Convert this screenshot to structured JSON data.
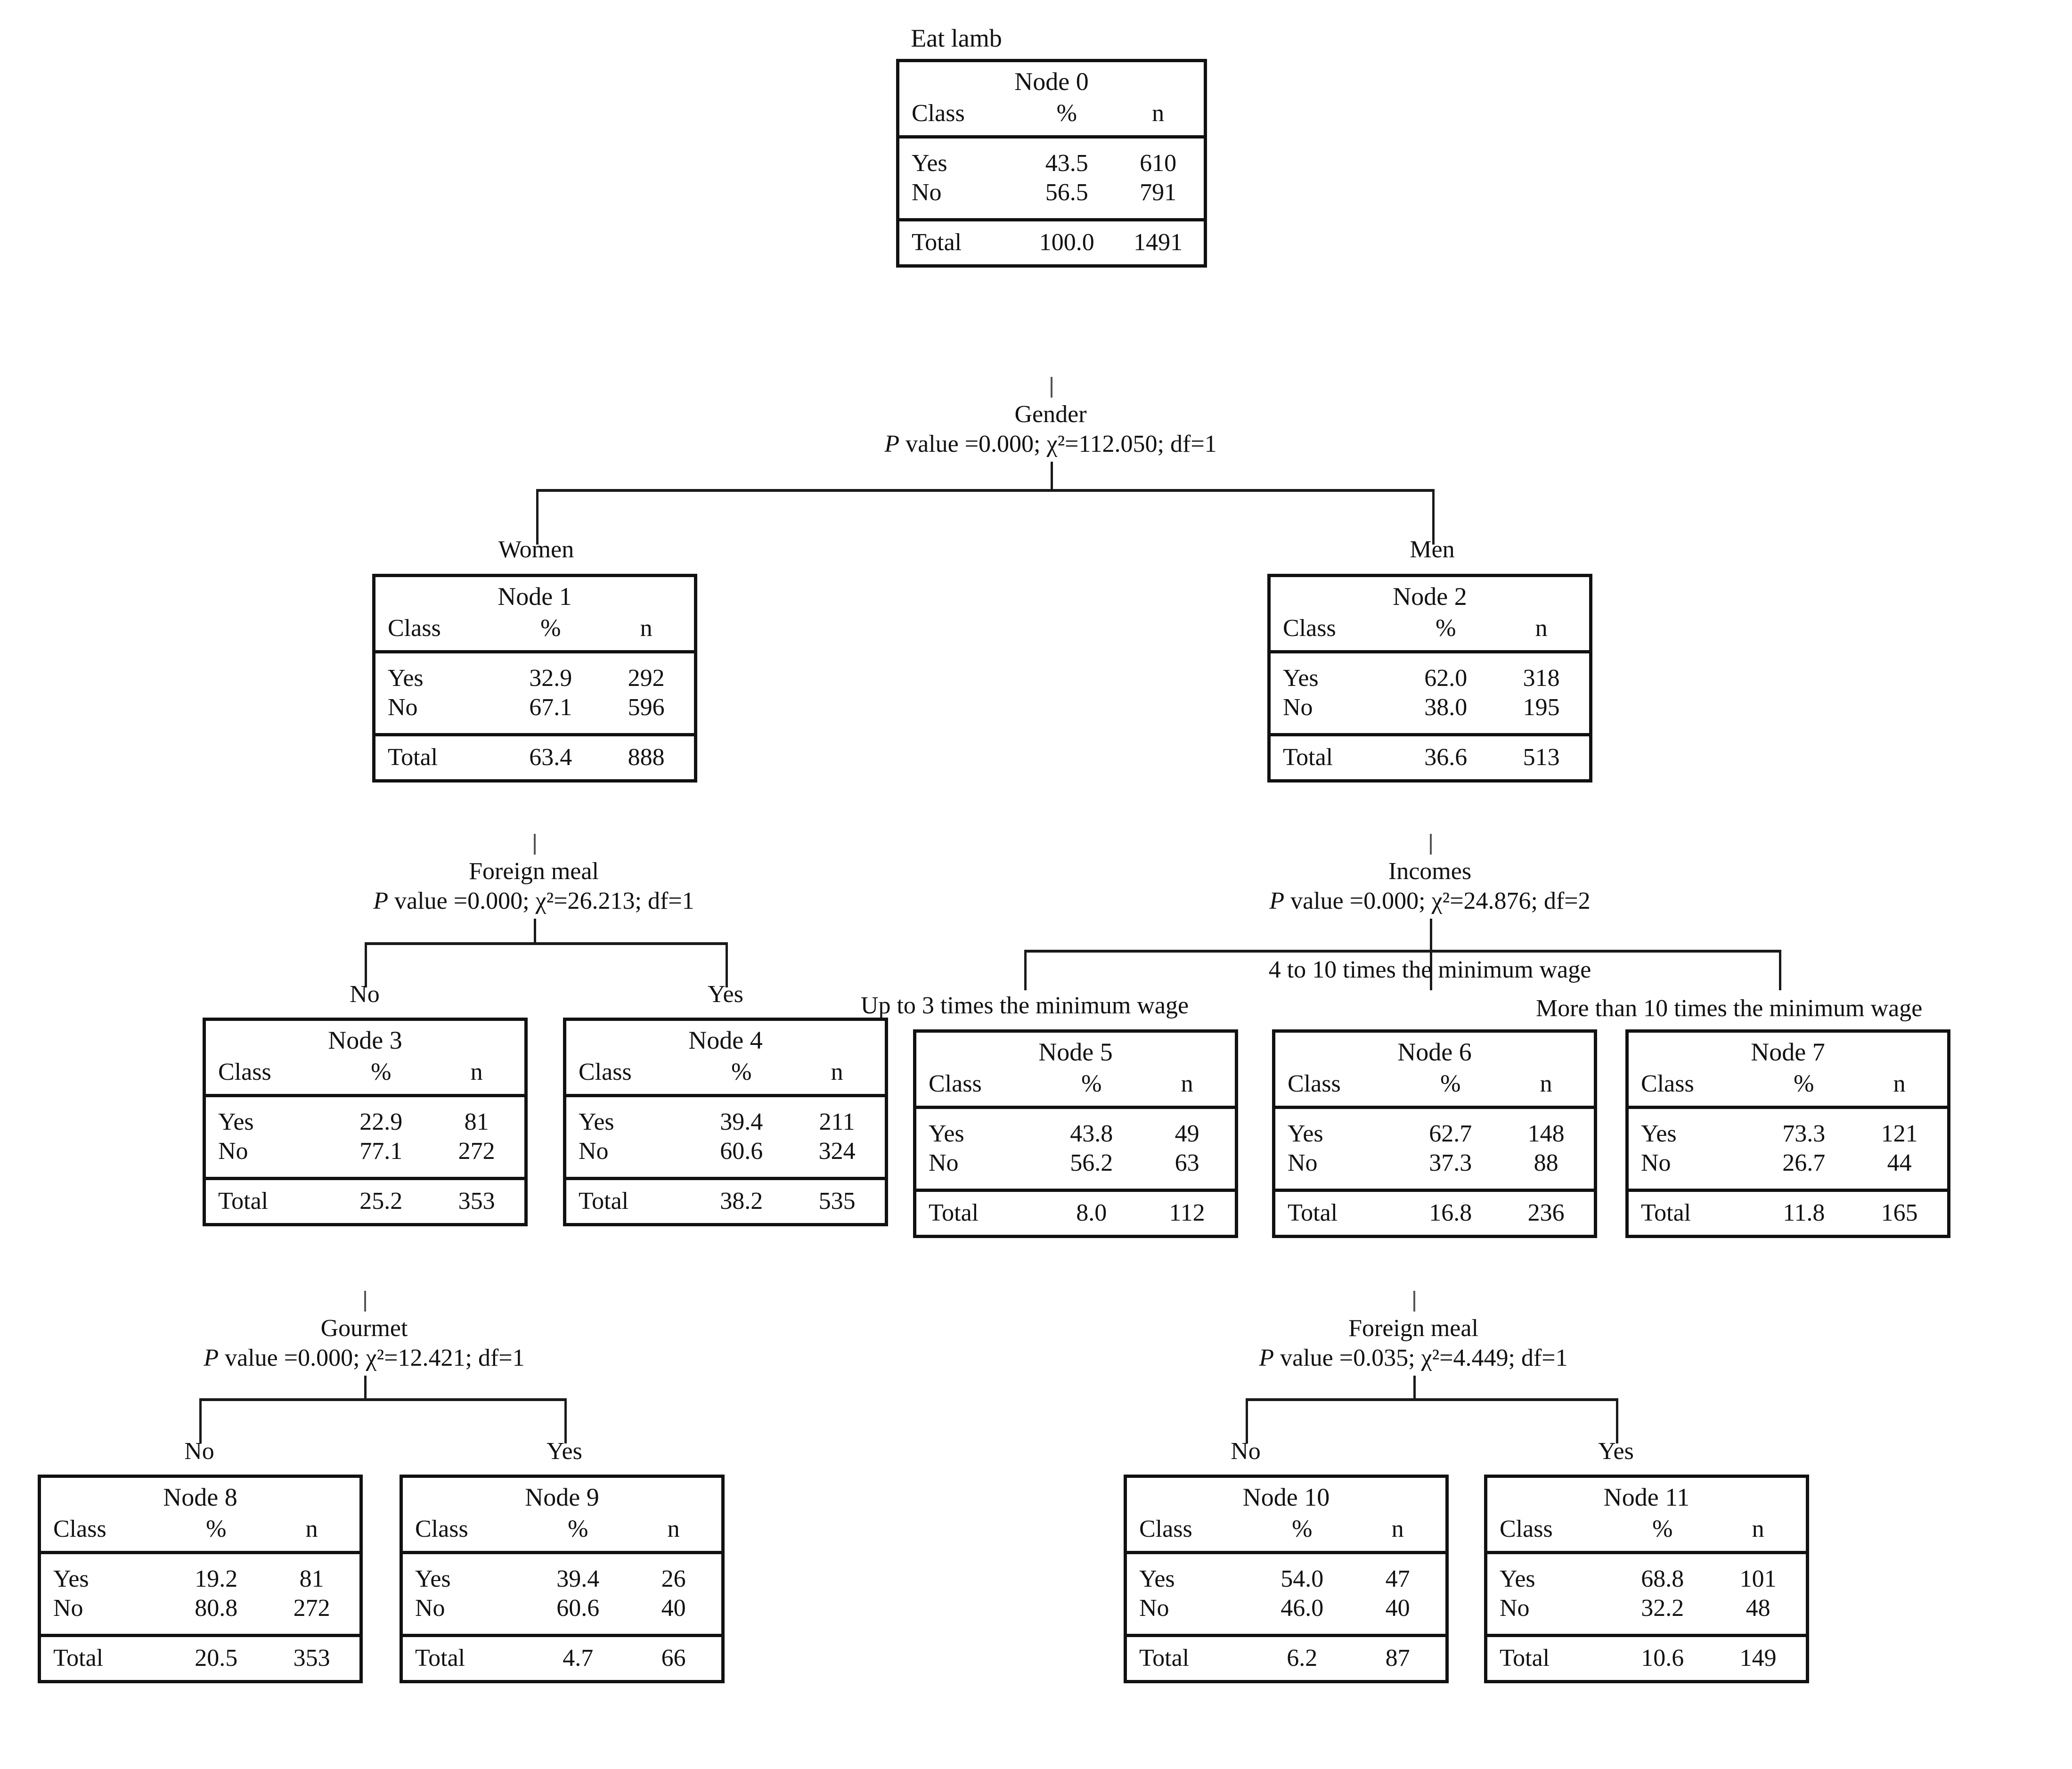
{
  "diagram": {
    "type": "chaid-decision-tree",
    "root_label": "Eat lamb",
    "columns": {
      "class": "Class",
      "pct": "%",
      "n": "n",
      "total": "Total"
    }
  },
  "chart_data": {
    "type": "table",
    "title": "Eat lamb",
    "nodes": [
      {
        "id": "node0",
        "title": "Node 0",
        "rows": [
          {
            "class": "Yes",
            "pct": "43.5",
            "n": "610"
          },
          {
            "class": "No",
            "pct": "56.5",
            "n": "791"
          }
        ],
        "total": {
          "label": "Total",
          "pct": "100.0",
          "n": "1491"
        }
      },
      {
        "id": "node1",
        "title": "Node 1",
        "rows": [
          {
            "class": "Yes",
            "pct": "32.9",
            "n": "292"
          },
          {
            "class": "No",
            "pct": "67.1",
            "n": "596"
          }
        ],
        "total": {
          "label": "Total",
          "pct": "63.4",
          "n": "888"
        }
      },
      {
        "id": "node2",
        "title": "Node 2",
        "rows": [
          {
            "class": "Yes",
            "pct": "62.0",
            "n": "318"
          },
          {
            "class": "No",
            "pct": "38.0",
            "n": "195"
          }
        ],
        "total": {
          "label": "Total",
          "pct": "36.6",
          "n": "513"
        }
      },
      {
        "id": "node3",
        "title": "Node 3",
        "rows": [
          {
            "class": "Yes",
            "pct": "22.9",
            "n": "81"
          },
          {
            "class": "No",
            "pct": "77.1",
            "n": "272"
          }
        ],
        "total": {
          "label": "Total",
          "pct": "25.2",
          "n": "353"
        }
      },
      {
        "id": "node4",
        "title": "Node 4",
        "rows": [
          {
            "class": "Yes",
            "pct": "39.4",
            "n": "211"
          },
          {
            "class": "No",
            "pct": "60.6",
            "n": "324"
          }
        ],
        "total": {
          "label": "Total",
          "pct": "38.2",
          "n": "535"
        }
      },
      {
        "id": "node5",
        "title": "Node 5",
        "rows": [
          {
            "class": "Yes",
            "pct": "43.8",
            "n": "49"
          },
          {
            "class": "No",
            "pct": "56.2",
            "n": "63"
          }
        ],
        "total": {
          "label": "Total",
          "pct": "8.0",
          "n": "112"
        }
      },
      {
        "id": "node6",
        "title": "Node 6",
        "rows": [
          {
            "class": "Yes",
            "pct": "62.7",
            "n": "148"
          },
          {
            "class": "No",
            "pct": "37.3",
            "n": "88"
          }
        ],
        "total": {
          "label": "Total",
          "pct": "16.8",
          "n": "236"
        }
      },
      {
        "id": "node7",
        "title": "Node 7",
        "rows": [
          {
            "class": "Yes",
            "pct": "73.3",
            "n": "121"
          },
          {
            "class": "No",
            "pct": "26.7",
            "n": "44"
          }
        ],
        "total": {
          "label": "Total",
          "pct": "11.8",
          "n": "165"
        }
      },
      {
        "id": "node8",
        "title": "Node 8",
        "rows": [
          {
            "class": "Yes",
            "pct": "19.2",
            "n": "81"
          },
          {
            "class": "No",
            "pct": "80.8",
            "n": "272"
          }
        ],
        "total": {
          "label": "Total",
          "pct": "20.5",
          "n": "353"
        }
      },
      {
        "id": "node9",
        "title": "Node 9",
        "rows": [
          {
            "class": "Yes",
            "pct": "39.4",
            "n": "26"
          },
          {
            "class": "No",
            "pct": "60.6",
            "n": "40"
          }
        ],
        "total": {
          "label": "Total",
          "pct": "4.7",
          "n": "66"
        }
      },
      {
        "id": "node10",
        "title": "Node 10",
        "rows": [
          {
            "class": "Yes",
            "pct": "54.0",
            "n": "47"
          },
          {
            "class": "No",
            "pct": "46.0",
            "n": "40"
          }
        ],
        "total": {
          "label": "Total",
          "pct": "6.2",
          "n": "87"
        }
      },
      {
        "id": "node11",
        "title": "Node 11",
        "rows": [
          {
            "class": "Yes",
            "pct": "68.8",
            "n": "101"
          },
          {
            "class": "No",
            "pct": "32.2",
            "n": "48"
          }
        ],
        "total": {
          "label": "Total",
          "pct": "10.6",
          "n": "149"
        }
      }
    ],
    "splits": [
      {
        "id": "split-gender",
        "parent": "node0",
        "variable": "Gender",
        "stat": "value =0.000; χ²=112.050; df=1",
        "p_value": "0.000",
        "chi_square": "112.050",
        "df": "1",
        "children": [
          "node1",
          "node2"
        ],
        "branch_labels": [
          "Women",
          "Men"
        ]
      },
      {
        "id": "split-foreign-meal-1",
        "parent": "node1",
        "variable": "Foreign meal",
        "stat": "value =0.000; χ²=26.213; df=1",
        "p_value": "0.000",
        "chi_square": "26.213",
        "df": "1",
        "children": [
          "node3",
          "node4"
        ],
        "branch_labels": [
          "No",
          "Yes"
        ]
      },
      {
        "id": "split-incomes",
        "parent": "node2",
        "variable": "Incomes",
        "stat": "value =0.000; χ²=24.876; df=2",
        "p_value": "0.000",
        "chi_square": "24.876",
        "df": "2",
        "children": [
          "node5",
          "node6",
          "node7"
        ],
        "branch_labels": [
          "Up to 3 times the minimum wage",
          "4 to 10 times the minimum wage",
          "More than 10 times the minimum wage"
        ]
      },
      {
        "id": "split-gourmet",
        "parent": "node3",
        "variable": "Gourmet",
        "stat": "value =0.000; χ²=12.421; df=1",
        "p_value": "0.000",
        "chi_square": "12.421",
        "df": "1",
        "children": [
          "node8",
          "node9"
        ],
        "branch_labels": [
          "No",
          "Yes"
        ]
      },
      {
        "id": "split-foreign-meal-2",
        "parent": "node6",
        "variable": "Foreign meal",
        "stat": "value =0.035; χ²=4.449; df=1",
        "p_value": "0.035",
        "chi_square": "4.449",
        "df": "1",
        "children": [
          "node10",
          "node11"
        ],
        "branch_labels": [
          "No",
          "Yes"
        ]
      }
    ],
    "p_prefix": "P"
  }
}
